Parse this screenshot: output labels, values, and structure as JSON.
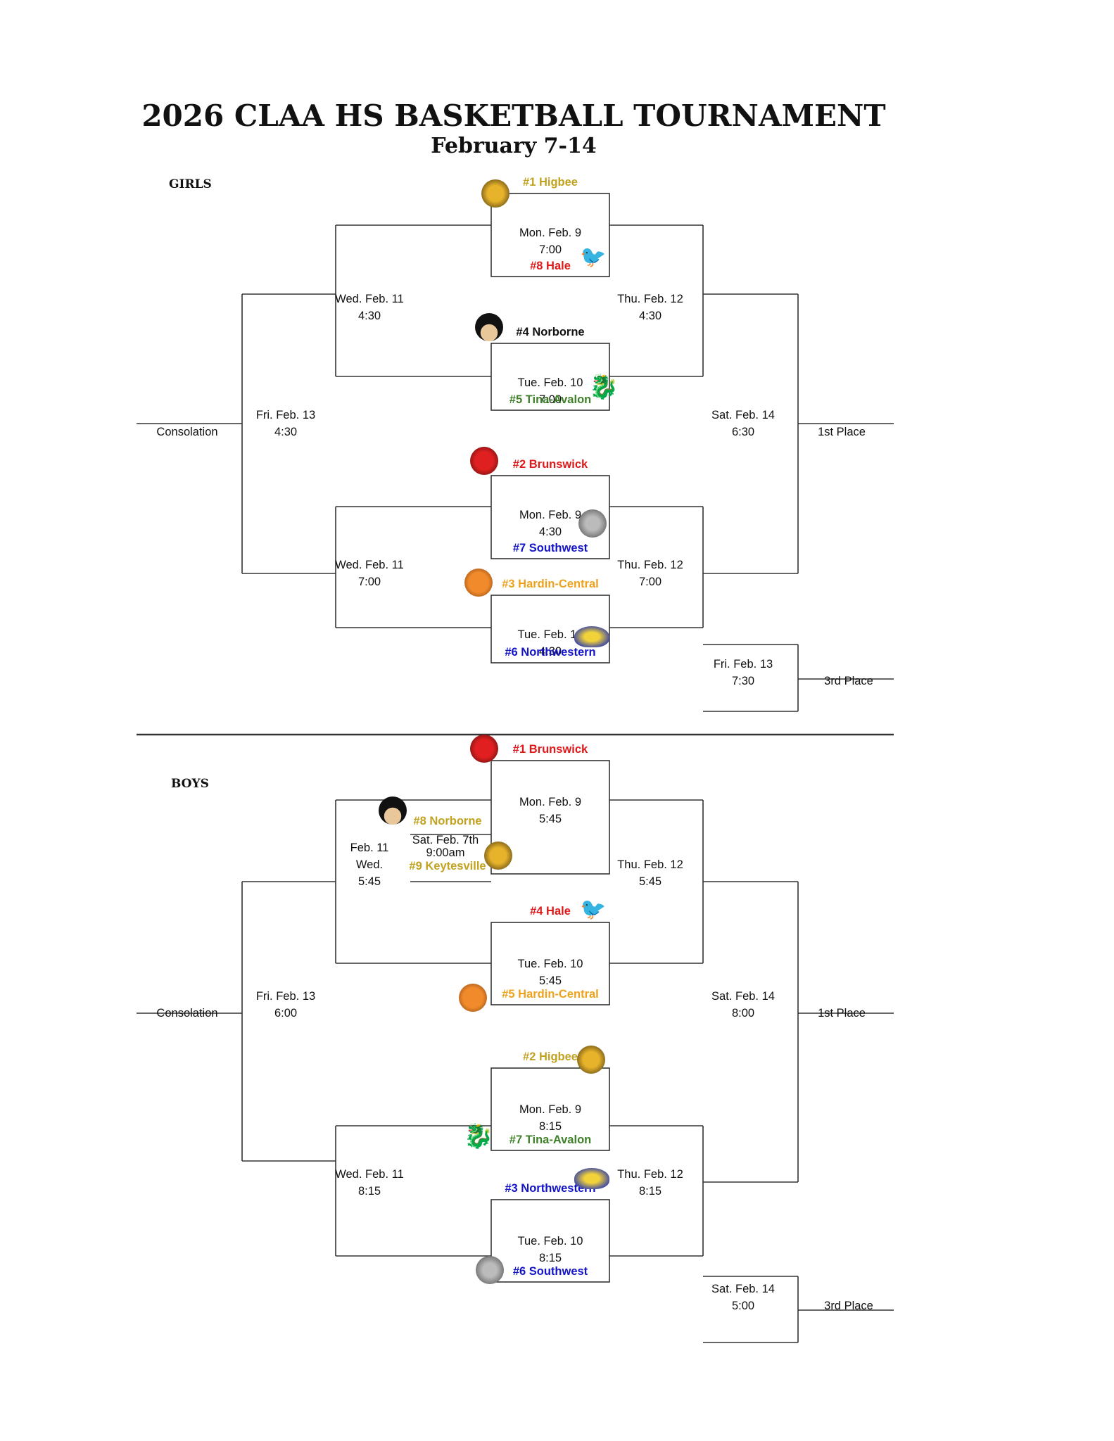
{
  "header": {
    "title": "2026 CLAA HS BASKETBALL TOURNAMENT",
    "subtitle": "February 7-14"
  },
  "colors": {
    "gold": "#c2a21e",
    "red": "#e01818",
    "blue": "#1313c8",
    "green": "#3f7f2a",
    "orange": "#eea21c",
    "black": "#111111"
  },
  "girls": {
    "label": "GIRLS",
    "round1": [
      {
        "top_team": "#1 Higbee",
        "top_color": "gold",
        "top_logo": "tiger-icon",
        "date": "Mon. Feb. 9",
        "time": "7:00",
        "bottom_team": "#8 Hale",
        "bottom_color": "red",
        "bottom_logo": "cardinal-icon"
      },
      {
        "top_team": "#4 Norborne",
        "top_color": "black",
        "top_logo": "pirate-icon",
        "date": "Tue. Feb. 10",
        "time": "7:00",
        "bottom_team": "#5 Tina-Avalon",
        "bottom_color": "green",
        "bottom_logo": "dragon-icon"
      },
      {
        "top_team": "#2 Brunswick",
        "top_color": "red",
        "top_logo": "wildcat-icon",
        "date": "Mon. Feb. 9",
        "time": "4:30",
        "bottom_team": "#7 Southwest",
        "bottom_color": "blue",
        "bottom_logo": "panther-icon"
      },
      {
        "top_team": "#3 Hardin-Central",
        "top_color": "orange",
        "top_logo": "bulldog-icon",
        "date": "Tue. Feb. 10",
        "time": "4:30",
        "bottom_team": "#6 Northwestern",
        "bottom_color": "blue",
        "bottom_logo": "eagle-icon"
      }
    ],
    "consolation_semis": [
      {
        "date": "Wed. Feb. 11",
        "time": "4:30"
      },
      {
        "date": "Wed. Feb. 11",
        "time": "7:00"
      }
    ],
    "semis": [
      {
        "date": "Thu. Feb. 12",
        "time": "4:30"
      },
      {
        "date": "Thu. Feb. 12",
        "time": "7:00"
      }
    ],
    "consolation_final": {
      "date": "Fri. Feb. 13",
      "time": "4:30",
      "label": "Consolation"
    },
    "final": {
      "date": "Sat. Feb. 14",
      "time": "6:30",
      "label": "1st Place"
    },
    "third_place": {
      "date": "Fri. Feb. 13",
      "time": "7:30",
      "label": "3rd Place"
    }
  },
  "boys": {
    "label": "BOYS",
    "play_in": {
      "top_team": "#8 Norborne",
      "top_color": "gold",
      "top_logo": "pirate-icon",
      "date": "Sat. Feb. 7th",
      "time": "9:00am",
      "bottom_team": "#9 Keytesville",
      "bottom_color": "gold",
      "bottom_logo": "tiger-icon"
    },
    "round1": [
      {
        "top_team": "#1 Brunswick",
        "top_color": "red",
        "top_logo": "wildcat-icon",
        "date": "Mon. Feb. 9",
        "time": "5:45",
        "bottom_team": "",
        "bottom_color": "black",
        "bottom_logo": ""
      },
      {
        "top_team": "#4 Hale",
        "top_color": "red",
        "top_logo": "cardinal-icon",
        "date": "Tue. Feb. 10",
        "time": "5:45",
        "bottom_team": "#5 Hardin-Central",
        "bottom_color": "orange",
        "bottom_logo": "bulldog-icon"
      },
      {
        "top_team": "#2 Higbee",
        "top_color": "gold",
        "top_logo": "tiger-icon",
        "date": "Mon. Feb. 9",
        "time": "8:15",
        "bottom_team": "#7 Tina-Avalon",
        "bottom_color": "green",
        "bottom_logo": "dragon-icon"
      },
      {
        "top_team": "#3 Northwestern",
        "top_color": "blue",
        "top_logo": "eagle-icon",
        "date": "Tue. Feb. 10",
        "time": "8:15",
        "bottom_team": "#6 Southwest",
        "bottom_color": "blue",
        "bottom_logo": "panther-icon"
      }
    ],
    "consolation_semis": [
      {
        "date": "Feb. 11",
        "day": "Wed.",
        "time": "5:45"
      },
      {
        "date": "Wed. Feb. 11",
        "time": "8:15"
      }
    ],
    "semis": [
      {
        "date": "Thu. Feb. 12",
        "time": "5:45"
      },
      {
        "date": "Thu. Feb. 12",
        "time": "8:15"
      }
    ],
    "consolation_final": {
      "date": "Fri. Feb. 13",
      "time": "6:00",
      "label": "Consolation"
    },
    "final": {
      "date": "Sat. Feb. 14",
      "time": "8:00",
      "label": "1st Place"
    },
    "third_place": {
      "date": "Sat. Feb. 14",
      "time": "5:00",
      "label": "3rd Place"
    }
  }
}
